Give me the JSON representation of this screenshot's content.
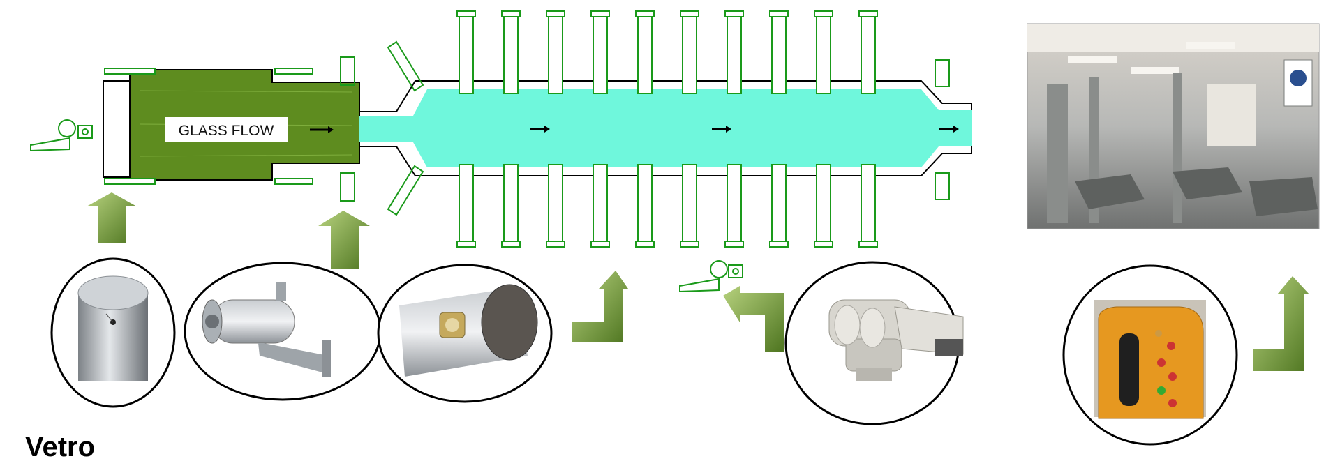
{
  "diagram": {
    "flow_label": "GLASS FLOW",
    "title": "Vetro",
    "colors": {
      "furnace": "#5e8c1f",
      "glass_channel": "#6ff7dc",
      "outline": "#1a9a1a",
      "arrow_light": "#a3c46a",
      "arrow_dark": "#4e7520"
    },
    "components": [
      {
        "name": "furnace-bottom-probe",
        "icon": "cylindrical-probe"
      },
      {
        "name": "furnace-camera-housing",
        "icon": "camera-housing-with-bracket"
      },
      {
        "name": "cooled-probe-tube",
        "icon": "cooled-probe-tube"
      },
      {
        "name": "ptz-camera",
        "icon": "pan-tilt-camera"
      },
      {
        "name": "emergency-telephone",
        "icon": "industrial-telephone"
      },
      {
        "name": "forming-area-photo",
        "icon": "factory-photo"
      }
    ]
  }
}
